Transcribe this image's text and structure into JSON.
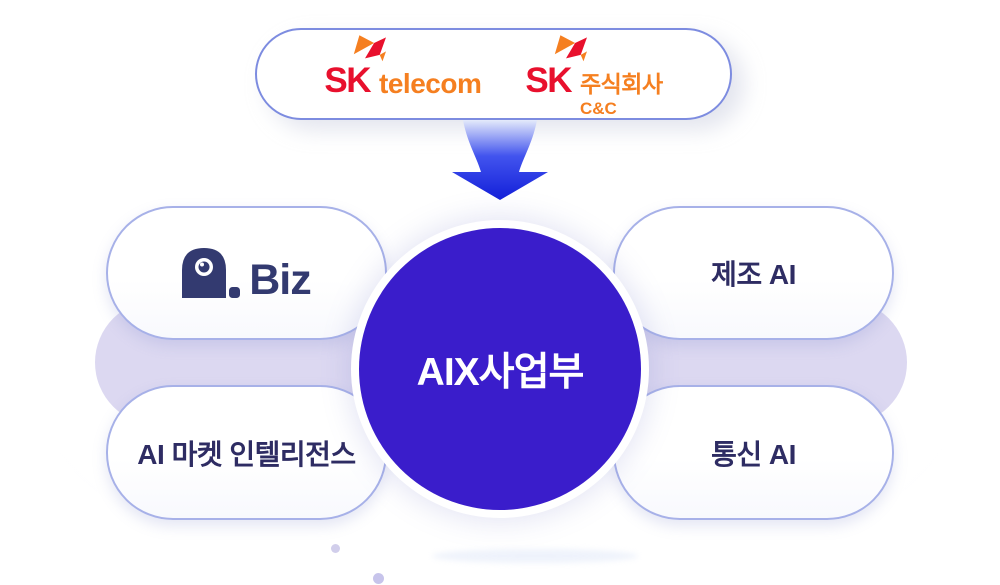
{
  "logos": {
    "sk_telecom": {
      "sk": "SK",
      "name": "telecom"
    },
    "sk_cnc": {
      "sk": "SK",
      "name": "주식회사",
      "sub": "C&C"
    }
  },
  "division": {
    "label": "AIX사업부"
  },
  "units": {
    "abiz": {
      "prefix": "A.",
      "label": "Biz",
      "full_label": "A. Biz"
    },
    "manufacturing_ai": {
      "label": "제조 AI"
    },
    "ai_market_intelligence": {
      "label": "AI 마켓 인텔리전스"
    },
    "telecom_ai": {
      "label": "통신 AI"
    }
  },
  "icons": {
    "butterfly": "sk-happy-wings-butterfly-icon",
    "arrow": "down-funnel-arrow-icon",
    "adot": "adot-character-icon"
  },
  "colors": {
    "division_circle": "#3a1dcb",
    "connector_band": "#dcd8f1",
    "unit_text_navy": "#2e2c63",
    "abiz_navy": "#333a70",
    "sk_red": "#e8102d",
    "sk_orange": "#f57f20",
    "arrow_blue_dark": "#131fd9",
    "arrow_blue_light": "#e4eafb",
    "pill_border": "#a7b1e8",
    "top_pill_border": "#7d8ce0"
  }
}
